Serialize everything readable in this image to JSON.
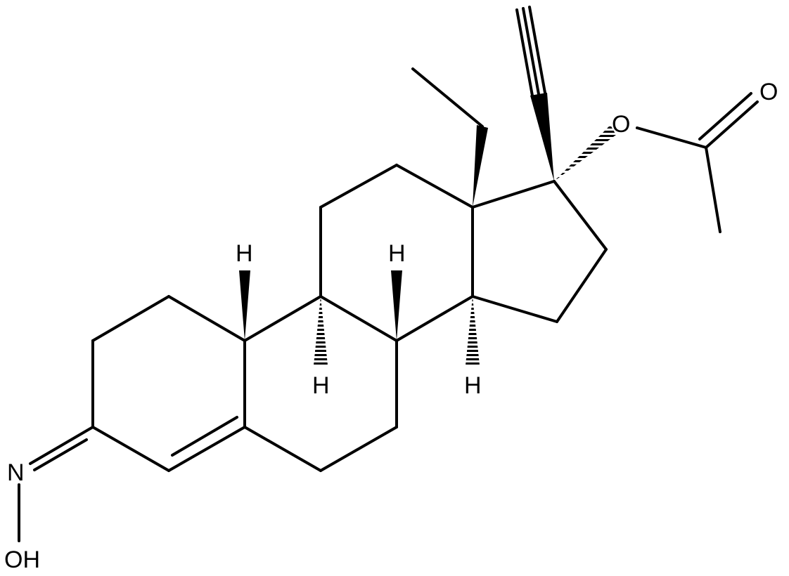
{
  "diagram": {
    "type": "chemical-structure",
    "atom_labels": {
      "oxime_n": "N",
      "oxime_oh": "OH",
      "ester_o": "O",
      "carbonyl_o": "O",
      "h_c8": "H",
      "h_c9": "H",
      "h_c10": "H",
      "h_c14": "H"
    },
    "colors": {
      "bond": "#000000",
      "label": "#000000",
      "background": "#ffffff"
    }
  }
}
